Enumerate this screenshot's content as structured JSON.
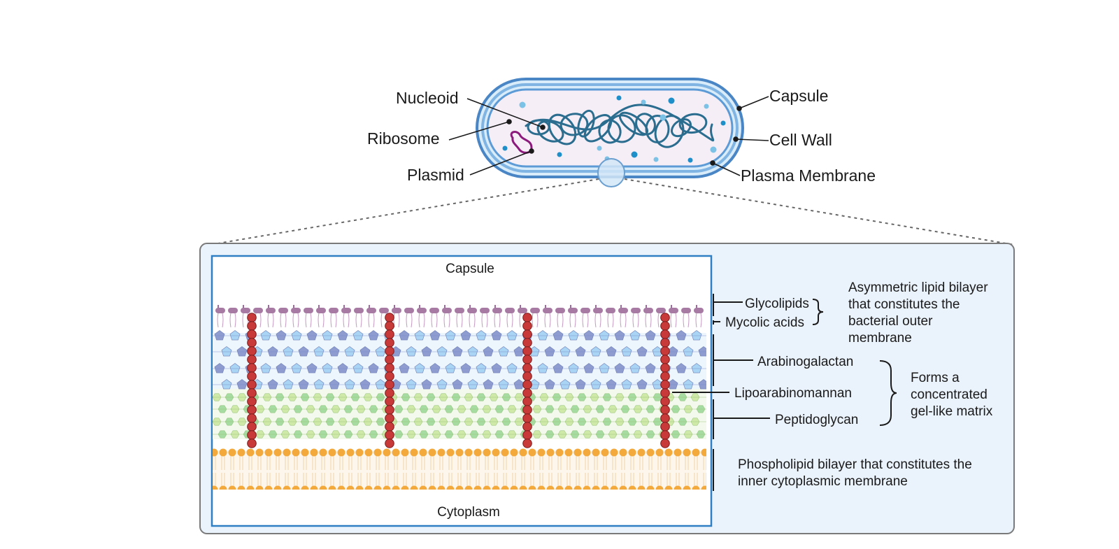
{
  "cell": {
    "labels": {
      "nucleoid": "Nucleoid",
      "ribosome": "Ribosome",
      "plasmid": "Plasmid",
      "capsule": "Capsule",
      "cell_wall": "Cell Wall",
      "plasma_membrane": "Plasma Membrane"
    }
  },
  "detail": {
    "capsule": "Capsule",
    "cytoplasm": "Cytoplasm",
    "glycolipids": "Glycolipids",
    "mycolic_acids": "Mycolic acids",
    "outer_membrane_note": [
      "Asymmetric lipid bilayer",
      "that constitutes the",
      "bacterial outer",
      "membrane"
    ],
    "arabinogalactan": "Arabinogalactan",
    "lipoarabinomannan": "Lipoarabinomannan",
    "peptidoglycan": "Peptidoglycan",
    "matrix_note": [
      "Forms a",
      "concentrated",
      "gel-like matrix"
    ],
    "inner_membrane_note": [
      "Phospholipid bilayer that constitutes the",
      "inner cytoplasmic membrane"
    ]
  },
  "colors": {
    "cell_outer": "#4a86c5",
    "cell_light": "#9fc8ec",
    "cytoplasm_fill": "#f5eef7",
    "dna": "#2b6d8f",
    "plasmid": "#8b1a7c",
    "ribosome": "#1f8fc9",
    "panel_bg": "#eaf2fb",
    "panel_border": "#7a7a7a",
    "frame_border": "#2f7fc4",
    "glycolipid": "#a06aa0",
    "mycolic_head": "#a77aa3",
    "arabinogalactan_dark": "#8e9ccf",
    "arabinogalactan_light": "#a9d4f3",
    "peptidoglycan_dark": "#a6dca2",
    "peptidoglycan_light": "#cfe9a8",
    "lam_chain": "#c83a3a",
    "phospholipid_head": "#f3a93b",
    "phospholipid_tail": "#f6d9b0"
  }
}
